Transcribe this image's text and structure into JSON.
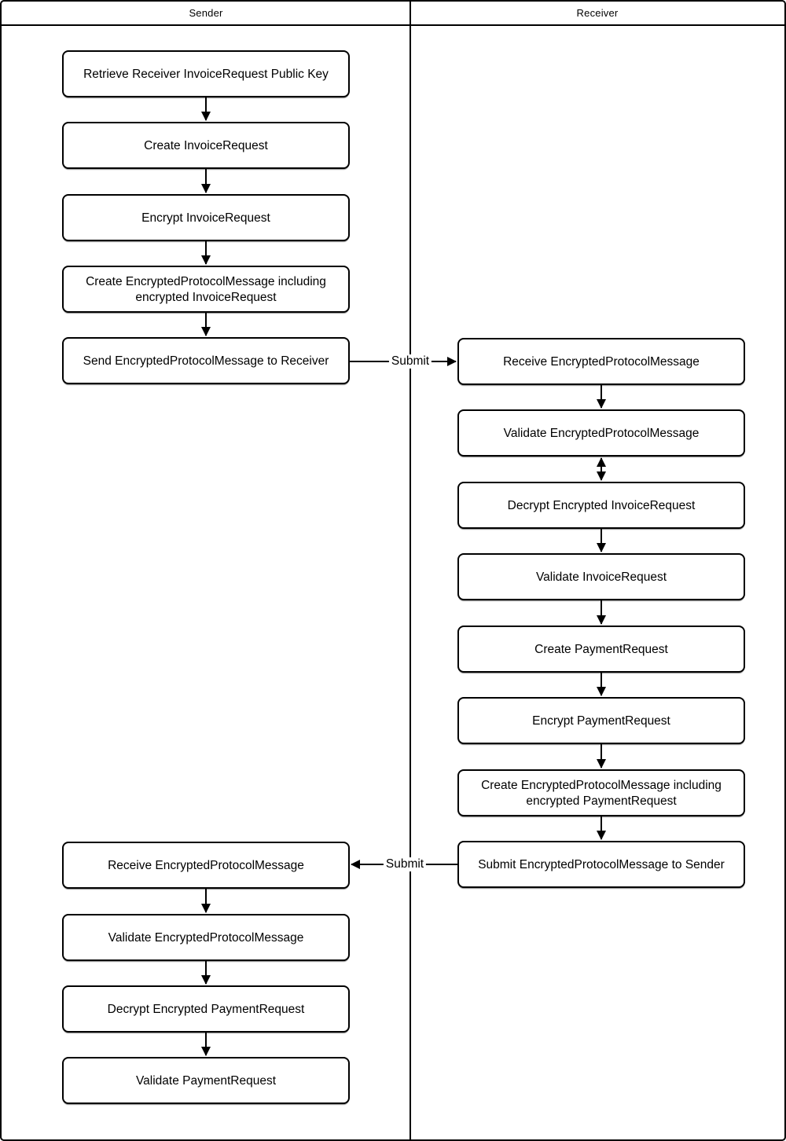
{
  "lanes": {
    "sender_label": "Sender",
    "receiver_label": "Receiver"
  },
  "sender_nodes": {
    "retrieve_public_key": "Retrieve Receiver InvoiceRequest Public Key",
    "create_invoice_request": "Create InvoiceRequest",
    "encrypt_invoice_request": "Encrypt InvoiceRequest",
    "create_encrypted_protocol_message": "Create EncryptedProtocolMessage including encrypted InvoiceRequest",
    "send_encrypted_protocol_message": "Send EncryptedProtocolMessage to Receiver",
    "receive_encrypted_protocol_message": "Receive EncryptedProtocolMessage",
    "validate_encrypted_protocol_message": "Validate EncryptedProtocolMessage",
    "decrypt_encrypted_payment_request": "Decrypt Encrypted PaymentRequest",
    "validate_payment_request": "Validate PaymentRequest"
  },
  "receiver_nodes": {
    "receive_encrypted_protocol_message": "Receive EncryptedProtocolMessage",
    "validate_encrypted_protocol_message": "Validate EncryptedProtocolMessage",
    "decrypt_encrypted_invoice_request": "Decrypt Encrypted InvoiceRequest",
    "validate_invoice_request": "Validate InvoiceRequest",
    "create_payment_request": "Create PaymentRequest",
    "encrypt_payment_request": "Encrypt PaymentRequest",
    "create_encrypted_protocol_message": "Create EncryptedProtocolMessage including encrypted PaymentRequest",
    "submit_encrypted_protocol_message": "Submit EncryptedProtocolMessage to Sender"
  },
  "edge_labels": {
    "submit_to_receiver": "Submit",
    "submit_to_sender": "Submit"
  },
  "colors": {
    "line": "#000000",
    "node_fill": "#ffffff",
    "background": "#ffffff"
  }
}
